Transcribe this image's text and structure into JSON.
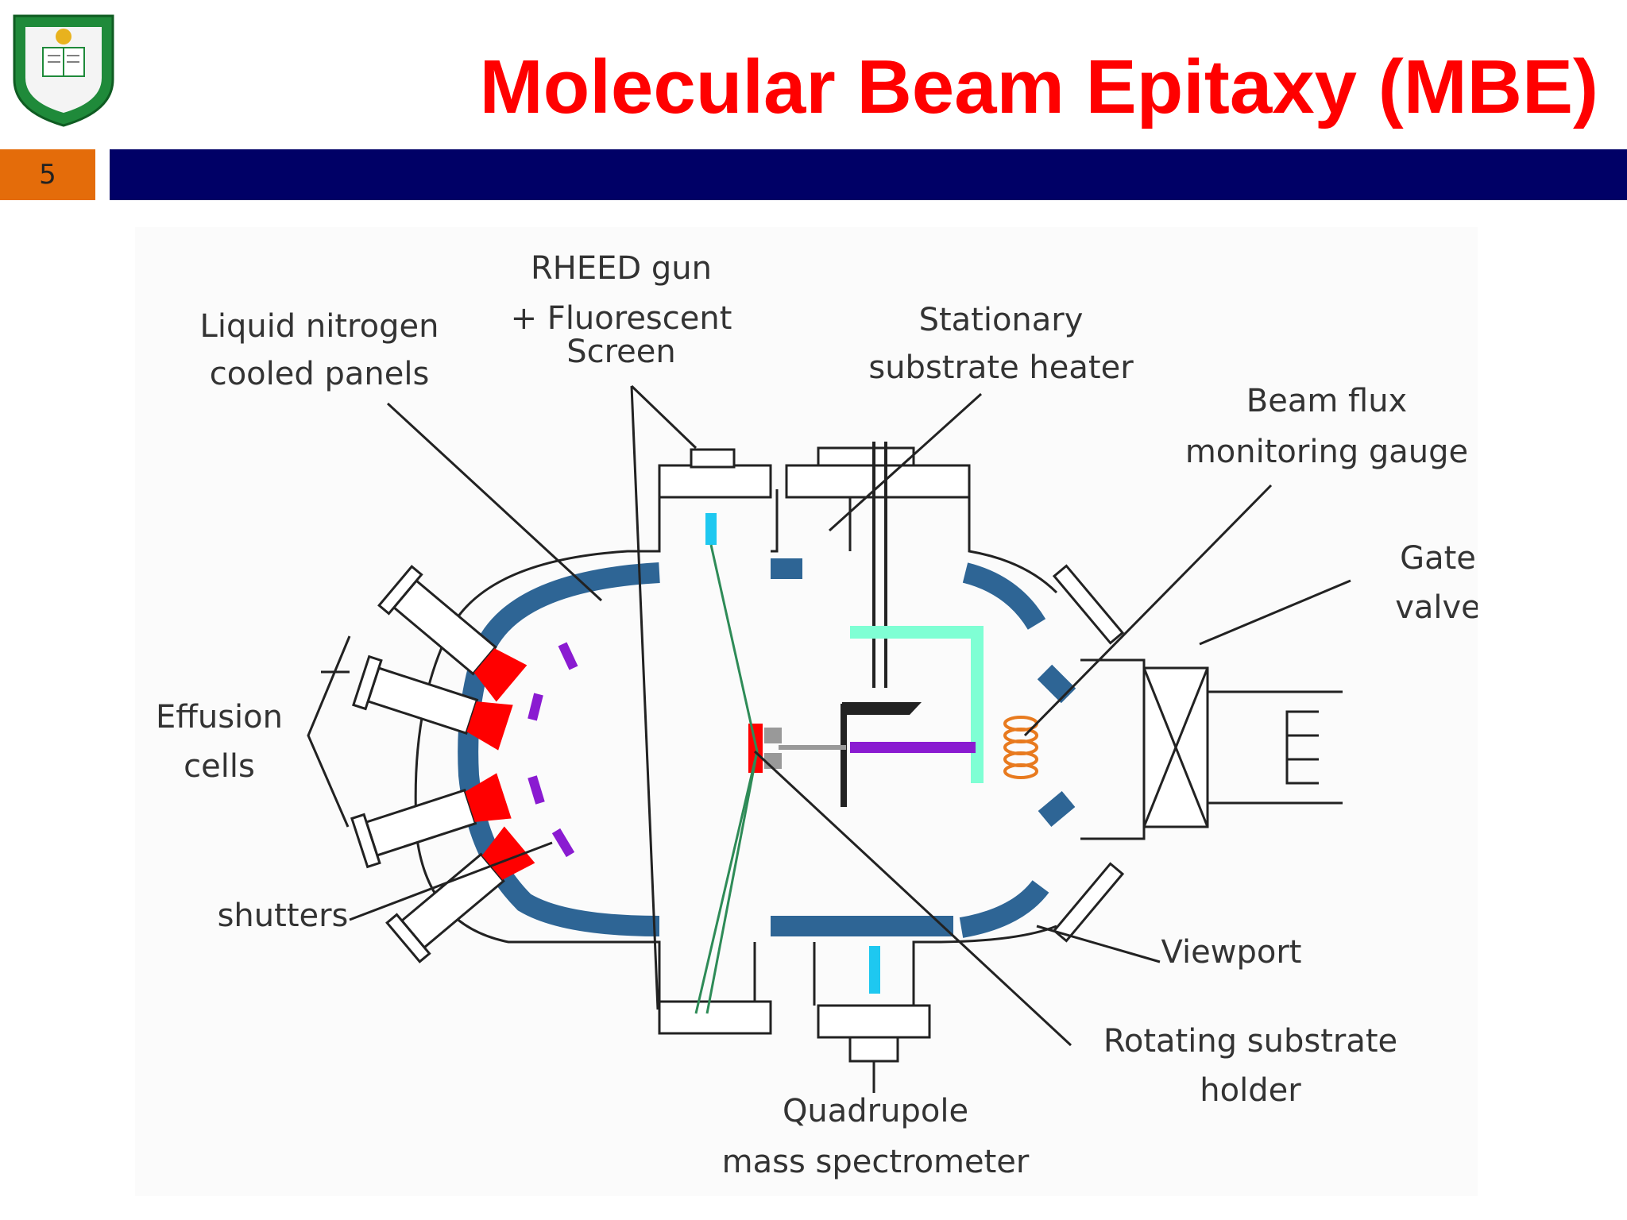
{
  "slide": {
    "title": "Molecular Beam Epitaxy (MBE)",
    "number": "5",
    "colors": {
      "title": "#ff0000",
      "number_box": "#e46c0a",
      "bar": "#000066",
      "panels": "#2e6595",
      "effusion": "#ff0000",
      "shutter": "#8a1bd1",
      "heater": "#7fffd4",
      "holder": "#8a1bd1",
      "gauge": "#e87a1e",
      "rheed": "#1ec8f0",
      "beam": "#2e8b57"
    }
  },
  "logo": {
    "icon": "university-crest-icon"
  },
  "diagram": {
    "labels": {
      "rheed_1": "RHEED gun",
      "rheed_2": "+ Fluorescent",
      "rheed_3": "Screen",
      "ln2_1": "Liquid nitrogen",
      "ln2_2": "cooled panels",
      "heater_1": "Stationary",
      "heater_2": "substrate heater",
      "flux_1": "Beam flux",
      "flux_2": "monitoring gauge",
      "gate_1": "Gate",
      "gate_2": "valve",
      "effusion_1": "Effusion",
      "effusion_2": "cells",
      "shutters": "shutters",
      "viewport": "Viewport",
      "rotating_1": "Rotating substrate",
      "rotating_2": "holder",
      "qms_1": "Quadrupole",
      "qms_2": "mass spectrometer"
    }
  }
}
